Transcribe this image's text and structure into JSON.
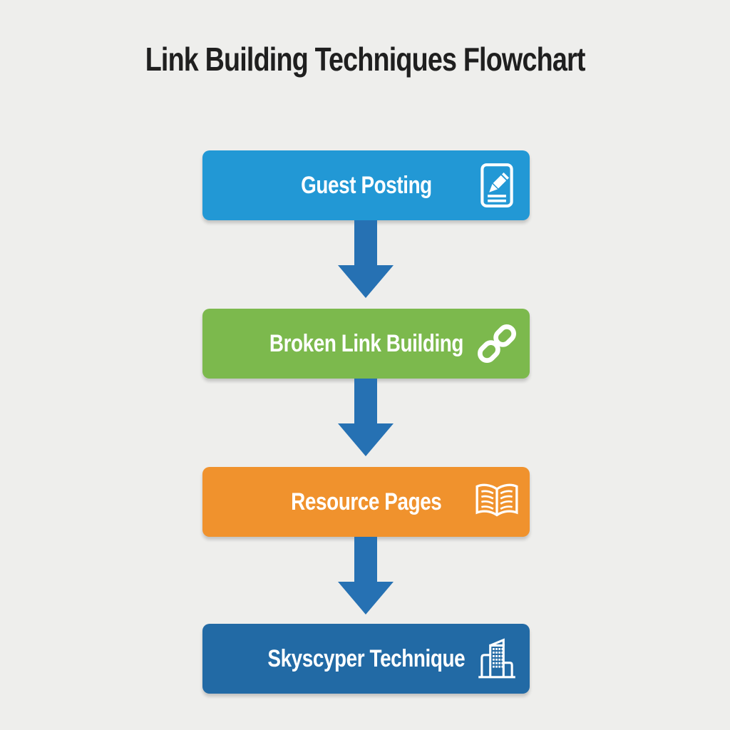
{
  "title": "Link Building Techniques Flowchart",
  "colors": {
    "background": "#eeeeec",
    "title_text": "#1f1f1f",
    "box_text": "#ffffff",
    "arrow": "#2671b3"
  },
  "flow": {
    "steps": [
      {
        "label": "Guest Posting",
        "icon": "document-pen-icon",
        "color": "#2298d5"
      },
      {
        "label": "Broken Link Building",
        "icon": "chain-link-icon",
        "color": "#7cb94d"
      },
      {
        "label": "Resource Pages",
        "icon": "open-book-icon",
        "color": "#f0922d"
      },
      {
        "label": "Skyscyper Technique",
        "icon": "building-icon",
        "color": "#226aa5"
      }
    ]
  }
}
